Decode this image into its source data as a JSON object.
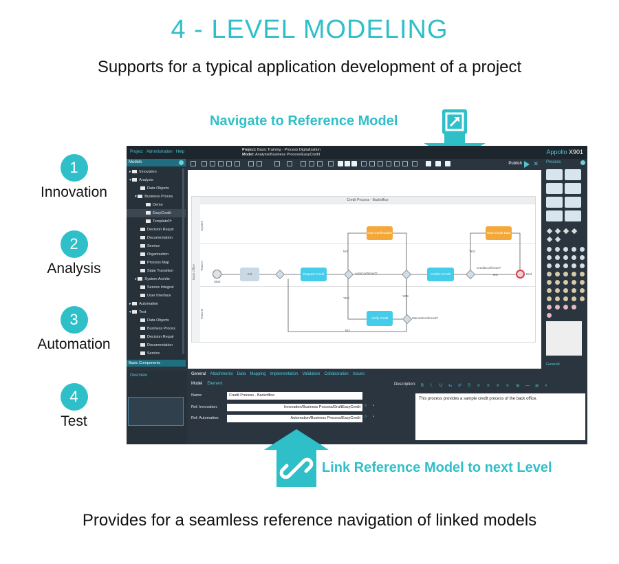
{
  "header": {
    "title": "4 - LEVEL MODELING",
    "subtitle": "Supports for a typical application development of a project"
  },
  "footer": "Provides for a seamless reference navigation of linked models",
  "callouts": {
    "navigate": "Navigate to Reference Model",
    "link": "Link Reference Model to next Level"
  },
  "steps": [
    {
      "num": "1",
      "label": "Innovation"
    },
    {
      "num": "2",
      "label": "Analysis"
    },
    {
      "num": "3",
      "label": "Automation"
    },
    {
      "num": "4",
      "label": "Test"
    }
  ],
  "app": {
    "menu": [
      "Project",
      "Administration",
      "Help"
    ],
    "project_label": "Project:",
    "project_value": "Basic Training - Process Digitalization",
    "model_label": "Model:",
    "model_value": "Analysis/Business Process/EasyCredit",
    "brand_a": "Appollo",
    "brand_b": "X901",
    "sidebar_title": "Models",
    "sidebar_footer": "Basic Components",
    "tree": [
      "Innovation",
      "Analysis",
      "Data Objects",
      "Business Proces",
      "Demo",
      "EasyCredit",
      "TemplatePr",
      "Decision Requir",
      "Documentation",
      "Service",
      "Organization",
      "Process Map",
      "State Transition",
      "System Archite",
      "Service Integrat",
      "User Interface",
      "Automation",
      "Test",
      "Data Objects",
      "Business Proces",
      "Decision Requir",
      "Documentation",
      "Service"
    ],
    "publish": "Publish",
    "palette_title": "Process",
    "palette_footer": "General",
    "overview": "Overview",
    "diagram": {
      "pool_title": "Credit Process - Backoffice",
      "pool_label": "Back Office",
      "lanes": [
        "System",
        "Team A",
        "Team B"
      ],
      "start": "Start",
      "end": "End",
      "tasks": {
        "init": "Init",
        "request": "Request Credit",
        "auto": "Auto Confirmation",
        "confirm": "Confirm Credit",
        "save": "Save Credit Data",
        "verify": "Verify Credit"
      },
      "labels": {
        "auto_confirmed": "AutoConfirmed?",
        "manual_confirmed": "ManualConfirmed?",
        "credit_confirmed": "CreditConfirmed?",
        "no1": "NO",
        "yes1": "YES",
        "yes2": "YES",
        "no2": "NO",
        "yes3": "YES",
        "no3": "NO"
      }
    },
    "props": {
      "tabs": [
        "General",
        "Attachments",
        "Data",
        "Mapping",
        "Implementation",
        "Validation",
        "Collaboration",
        "Issues"
      ],
      "subtabs": [
        "Model",
        "Element"
      ],
      "name_label": "Name:",
      "name_value": "Credit Process - Backoffice",
      "innov_label": "Ref. Innovation:",
      "innov_value": "Innovation/Business Process/DraftEasyCredit",
      "auto_label": "Ref. Automation:",
      "auto_value": "Automation/Business Process/EasyCredit",
      "desc_label": "Description:",
      "desc_value": "This process provides a sample credit process of the back office."
    }
  }
}
